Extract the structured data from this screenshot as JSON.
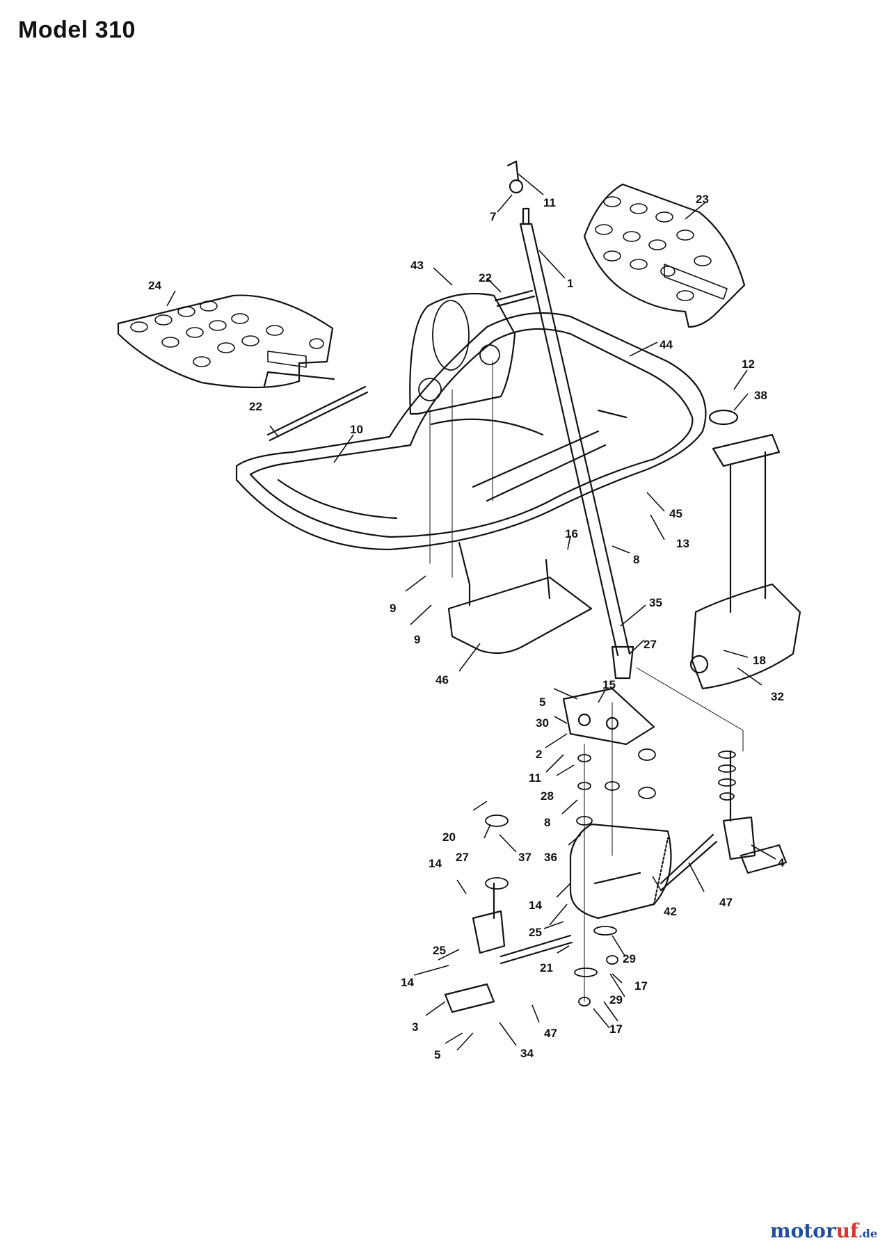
{
  "title": "Model 310",
  "brand": {
    "name_a": "motor",
    "name_b": "uf",
    "tld": ".de"
  },
  "colors": {
    "ink": "#111111",
    "brand_blue": "#1f4e9a",
    "brand_red": "#d6342b"
  },
  "callouts": [
    "11",
    "7",
    "23",
    "1",
    "43",
    "22",
    "24",
    "44",
    "12",
    "38",
    "22",
    "10",
    "45",
    "13",
    "16",
    "8",
    "9",
    "9",
    "35",
    "27",
    "18",
    "32",
    "46",
    "15",
    "5",
    "30",
    "2",
    "11",
    "28",
    "8",
    "20",
    "27",
    "37",
    "36",
    "4",
    "14",
    "47",
    "42",
    "14",
    "25",
    "25",
    "29",
    "14",
    "21",
    "17",
    "3",
    "29",
    "47",
    "17",
    "5",
    "34"
  ]
}
